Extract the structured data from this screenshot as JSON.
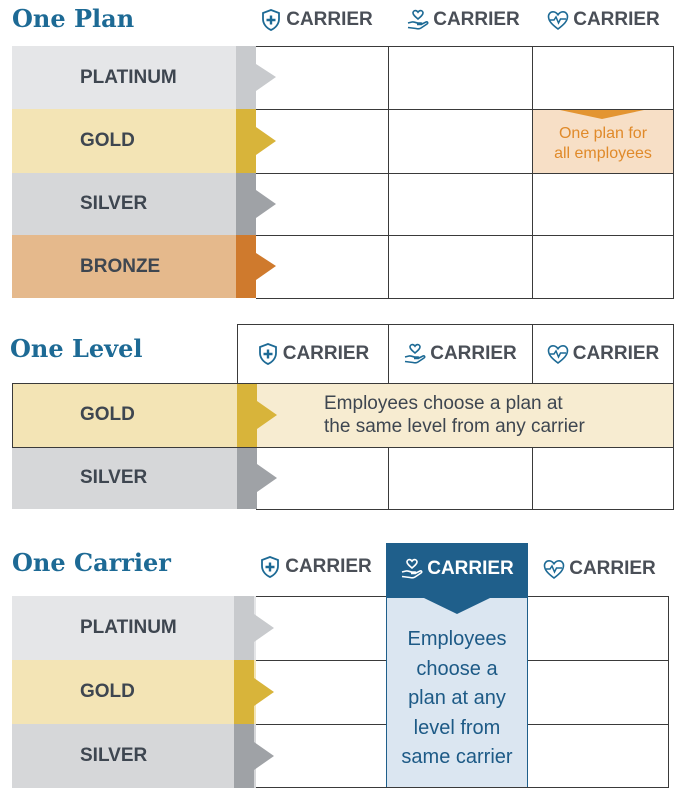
{
  "carrier_label": "CARRIER",
  "levels": {
    "platinum": "PLATINUM",
    "gold": "GOLD",
    "silver": "SILVER",
    "bronze": "BRONZE"
  },
  "one_plan": {
    "title": "One Plan",
    "note_line1": "One plan for",
    "note_line2": "all employees"
  },
  "one_level": {
    "title": "One Level",
    "note_line1": "Employees choose a plan at",
    "note_line2": "the same level from any carrier"
  },
  "one_carrier": {
    "title": "One Carrier",
    "note_lines": [
      "Employees",
      "choose a",
      "plan at any",
      "level from",
      "same carrier"
    ]
  },
  "colors": {
    "title_blue": "#1d6a95",
    "platinum_fill": "#e5e6e8",
    "platinum_chevron": "#c8cacd",
    "gold_fill": "#f3e4b5",
    "gold_chevron": "#d8b43a",
    "silver_fill": "#d6d7d9",
    "silver_chevron": "#9fa2a6",
    "bronze_fill": "#e5b98c",
    "bronze_chevron": "#cf7a2d",
    "one_plan_note": "#f7dfc6",
    "one_plan_note_text": "#e08a2a",
    "one_level_band": "#f7ecd1",
    "one_carrier_header": "#1f5f8b",
    "one_carrier_column": "#dbe6f1"
  },
  "icons": [
    "shield-cross-icon",
    "hand-heart-icon",
    "heart-pulse-icon"
  ]
}
